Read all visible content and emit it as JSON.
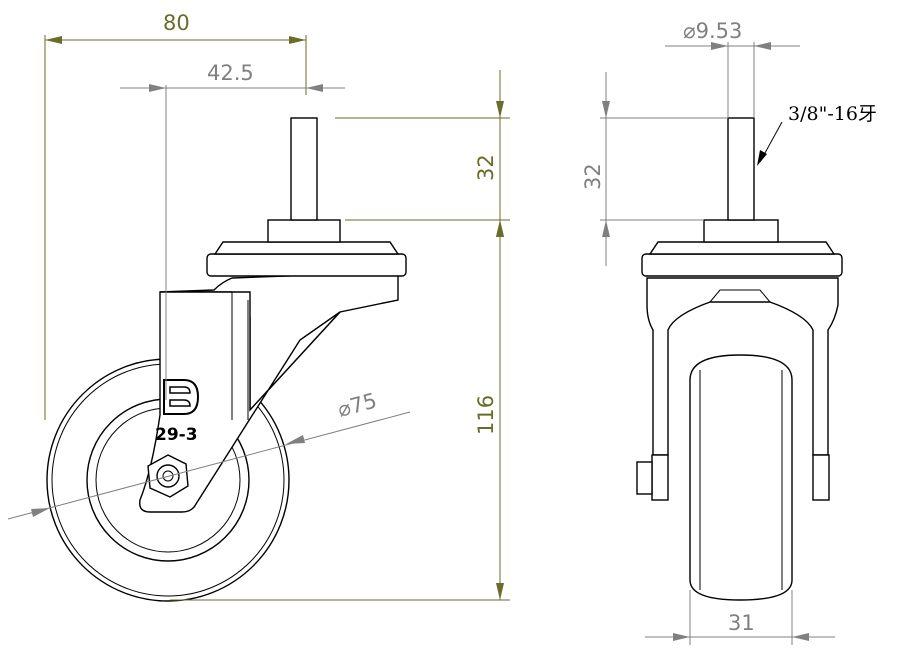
{
  "side_view": {
    "overall_width": "80",
    "offset": "42.5",
    "stem_height": "32",
    "total_height": "116",
    "wheel_diameter": "⌀75",
    "brand_letter": "B",
    "model_mark": "29-3"
  },
  "front_view": {
    "stem_diameter": "⌀9.53",
    "thread_spec": "3/8\"-16牙",
    "stem_height": "32",
    "wheel_width": "31"
  },
  "colors": {
    "dimension_olive": "#6b6b2a",
    "dimension_gray": "#808080",
    "outline": "#000000"
  }
}
